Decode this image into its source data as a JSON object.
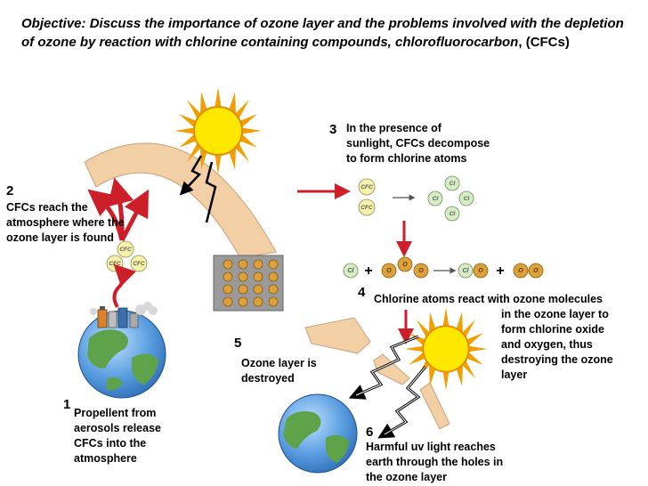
{
  "objective": {
    "italic": "Objective: Discuss the importance of ozone layer and the problems involved with the depletion of ozone by reaction  with chlorine containing compounds, chlorofluorocarbon",
    "plain": ", (CFCs)"
  },
  "steps": [
    {
      "number": "1",
      "lines": [
        "Propellent from",
        "aerosols release",
        "CFCs into the",
        "atmosphere"
      ]
    },
    {
      "number": "2",
      "lines": [
        "CFCs reach the",
        "atmosphere where the",
        "ozone layer is found"
      ]
    },
    {
      "number": "3",
      "lines": [
        "In the presence of",
        "sunlight, CFCs decompose",
        "to form chlorine atoms"
      ]
    },
    {
      "number": "4",
      "lines": [
        "Chlorine atoms react with ozone molecules",
        "in the ozone layer to",
        "form chlorine oxide",
        "and oxygen, thus",
        "destroying the ozone",
        "layer"
      ]
    },
    {
      "number": "5",
      "lines": [
        "Ozone layer is",
        "destroyed"
      ]
    },
    {
      "number": "6",
      "lines": [
        "Harmful uv light reaches",
        "earth through the holes in",
        "the ozone layer"
      ]
    }
  ],
  "molecule_labels": {
    "cfc": "CFC",
    "chlorine": "Cl",
    "oxygen": "O"
  },
  "icons": [
    "sun-icon",
    "earth-icon",
    "aerosol-can-icon",
    "uv-ray-icon",
    "reaction-arrow-icon"
  ],
  "colors": {
    "ozone_layer": "#f3cfa6",
    "sun": "#ffe800",
    "sun_rays": "#f0a000",
    "arrow": "#cc1f2a",
    "cfc_molecule": "#f6f2a8",
    "chlorine_molecule": "#d6ecc4",
    "oxygen_atom": "#dca13a",
    "ocean": "#4f93d6",
    "land": "#5ea24a"
  }
}
